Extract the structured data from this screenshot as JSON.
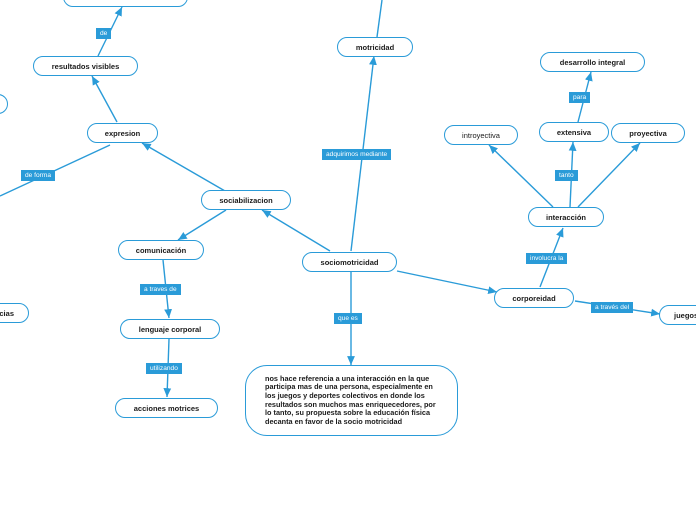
{
  "diagram": {
    "line_color": "#2a9bd8",
    "nodes": [
      {
        "id": "sociomotricidad",
        "text": "sociomotricidad"
      },
      {
        "id": "motricidad",
        "text": "motricidad"
      },
      {
        "id": "sociabilizacion",
        "text": "sociabilizacion"
      },
      {
        "id": "expresion",
        "text": "expresion"
      },
      {
        "id": "resultados-visibles",
        "text": "resultados visibles"
      },
      {
        "id": "comunicacion",
        "text": "comunicación"
      },
      {
        "id": "lenguaje-corporal",
        "text": "lenguaje corporal"
      },
      {
        "id": "acciones-motrices",
        "text": "acciones  motrices"
      },
      {
        "id": "corporeidad",
        "text": "corporeidad"
      },
      {
        "id": "interaccion",
        "text": "interacción"
      },
      {
        "id": "introyectiva",
        "text": "introyectiva"
      },
      {
        "id": "extensiva",
        "text": "extensiva"
      },
      {
        "id": "proyectiva",
        "text": "proyectiva"
      },
      {
        "id": "desarrollo-integral",
        "text": "desarrollo integral"
      },
      {
        "id": "juegos",
        "text": "juegos"
      },
      {
        "id": "cias",
        "text": "cias"
      },
      {
        "id": "definicion",
        "text": "nos hace referencia a una interacción en la que participa mas  de una persona, especialmente en los juegos y deportes colectivos en donde los resultados son muchos mas enriquecedores, por lo tanto, su propuesta sobre la educación física decanta en favor de la socio motricidad"
      }
    ],
    "links": [
      {
        "id": "adquirimos-mediante",
        "text": "adquirimos mediante"
      },
      {
        "id": "de",
        "text": "de"
      },
      {
        "id": "de-forma",
        "text": "de forma"
      },
      {
        "id": "a-traves-de",
        "text": "a traves de"
      },
      {
        "id": "utilizando",
        "text": "utilizando"
      },
      {
        "id": "que-es",
        "text": "que es"
      },
      {
        "id": "involucra-la",
        "text": "involucra la"
      },
      {
        "id": "tanto",
        "text": "tanto"
      },
      {
        "id": "para",
        "text": "para"
      },
      {
        "id": "a-traves-del",
        "text": "a través del"
      }
    ]
  }
}
